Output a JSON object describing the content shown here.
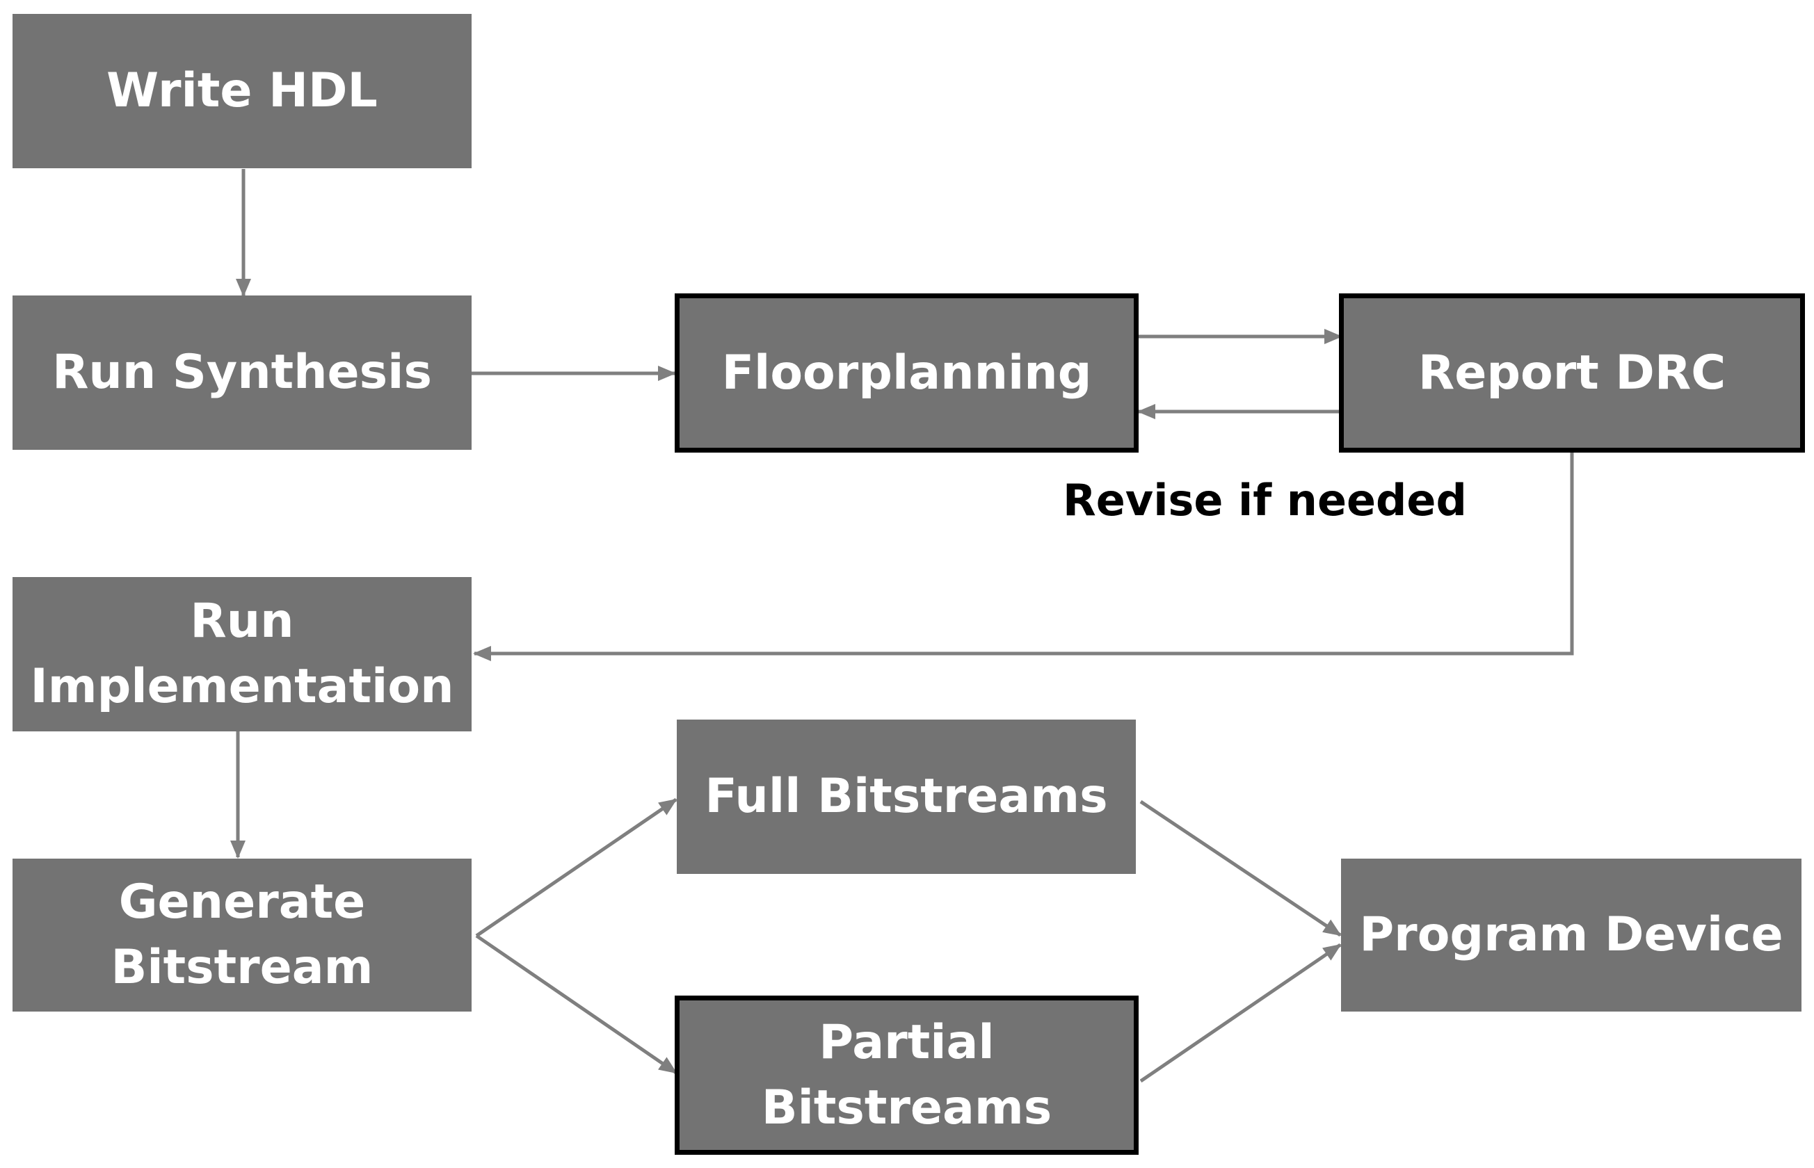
{
  "diagram": {
    "nodes": {
      "write_hdl": "Write HDL",
      "run_synthesis": "Run Synthesis",
      "floorplanning": "Floorplanning",
      "report_drc": "Report DRC",
      "run_implementation": [
        "Run",
        "Implementation"
      ],
      "generate_bitstream": [
        "Generate",
        "Bitstream"
      ],
      "full_bitstreams": "Full Bitstreams",
      "partial_bitstreams": [
        "Partial",
        "Bitstreams"
      ],
      "program_device": "Program Device"
    },
    "edge_labels": {
      "revise": "Revise if needed"
    },
    "colors": {
      "node_fill": "#737373",
      "node_text": "#ffffff",
      "outline": "#000000",
      "arrow": "#7f7f7f"
    }
  }
}
